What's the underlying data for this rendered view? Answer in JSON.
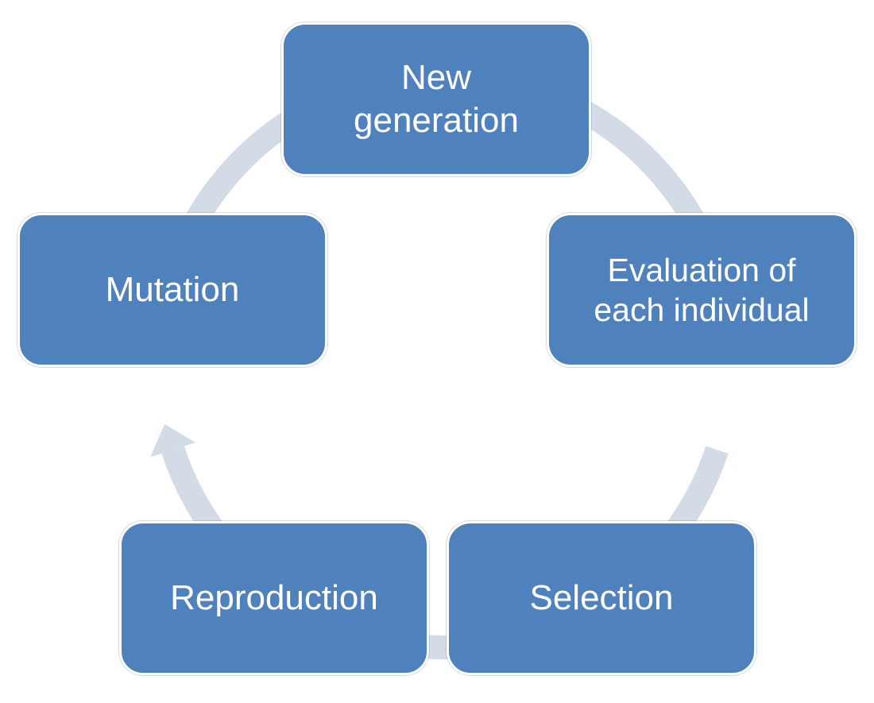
{
  "colors": {
    "node_fill": "#4f81bd",
    "ring": "#d3dbe6"
  },
  "cycle": {
    "direction": "clockwise",
    "steps": [
      {
        "id": "new-generation",
        "label": "New\ngeneration"
      },
      {
        "id": "evaluation",
        "label": "Evaluation of\neach individual"
      },
      {
        "id": "selection",
        "label": "Selection"
      },
      {
        "id": "reproduction",
        "label": "Reproduction"
      },
      {
        "id": "mutation",
        "label": "Mutation"
      }
    ]
  }
}
